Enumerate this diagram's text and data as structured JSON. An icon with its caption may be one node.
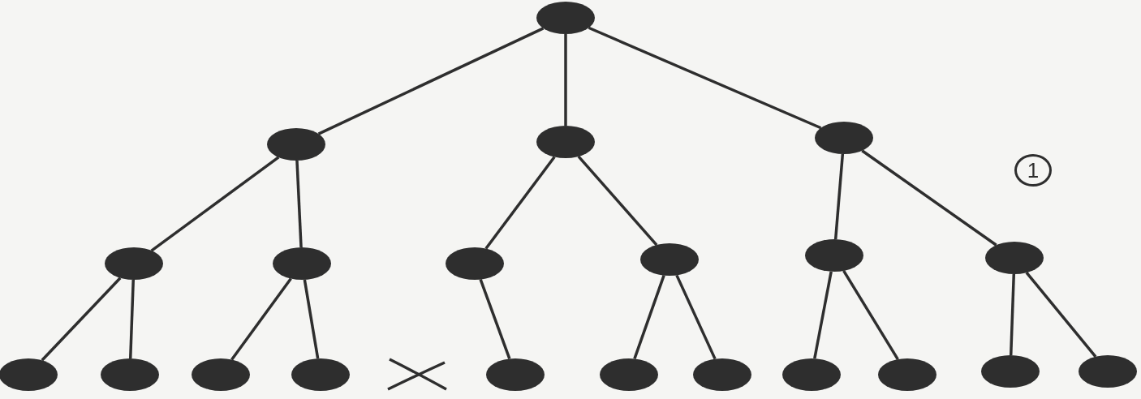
{
  "diagram": {
    "nodes": [
      {
        "text": [],
        "shape": "circle"
      },
      {
        "text": [],
        "shape": "circle"
      },
      {
        "text": [],
        "shape": "circle"
      },
      {
        "text": [],
        "shape": "circle"
      },
      {
        "text": [],
        "shape": "circle"
      },
      {
        "text": [],
        "shape": "circle"
      },
      {
        "text": [],
        "shape": "circle"
      },
      {
        "text": [],
        "shape": "circle"
      },
      {
        "text": [],
        "shape": "circle"
      },
      {
        "text": [],
        "shape": "circle"
      },
      {
        "text": [],
        "shape": "circle"
      },
      {
        "text": [],
        "shape": "circle"
      },
      {
        "text": [],
        "shape": "circle"
      },
      {
        "text": [],
        "shape": "circle"
      },
      {
        "text": [],
        "shape": "circle"
      },
      {
        "text": [],
        "shape": "circle"
      },
      {
        "text": [],
        "shape": "circle"
      },
      {
        "text": [],
        "shape": "circle"
      },
      {
        "text": [],
        "shape": "circle"
      },
      {
        "text": [],
        "shape": "circle"
      },
      {
        "text": [],
        "shape": "circle"
      }
    ],
    "edges": [
      {
        "from": 0,
        "to": 1,
        "arrow": "none"
      },
      {
        "from": 0,
        "to": 2,
        "arrow": "none"
      },
      {
        "from": 0,
        "to": 3,
        "arrow": "none"
      },
      {
        "from": 1,
        "to": 4,
        "arrow": "none"
      },
      {
        "from": 1,
        "to": 5,
        "arrow": "none"
      },
      {
        "from": 2,
        "to": 6,
        "arrow": "none"
      },
      {
        "from": 2,
        "to": 7,
        "arrow": "none"
      },
      {
        "from": 3,
        "to": 8,
        "arrow": "none"
      },
      {
        "from": 3,
        "to": 9,
        "arrow": "none"
      },
      {
        "from": 4,
        "to": 10,
        "arrow": "none"
      },
      {
        "from": 4,
        "to": 11,
        "arrow": "none"
      },
      {
        "from": 5,
        "to": 12,
        "arrow": "none"
      },
      {
        "from": 5,
        "to": 13,
        "arrow": "none"
      },
      {
        "from": 6,
        "to": 14,
        "arrow": "none"
      },
      {
        "from": 7,
        "to": 15,
        "arrow": "none"
      },
      {
        "from": 7,
        "to": 16,
        "arrow": "none"
      },
      {
        "from": 8,
        "to": 17,
        "arrow": "none"
      },
      {
        "from": 8,
        "to": 18,
        "arrow": "none"
      },
      {
        "from": 9,
        "to": 19,
        "arrow": "none"
      },
      {
        "from": 9,
        "to": 20,
        "arrow": "none"
      }
    ],
    "labels": [
      "1"
    ]
  }
}
